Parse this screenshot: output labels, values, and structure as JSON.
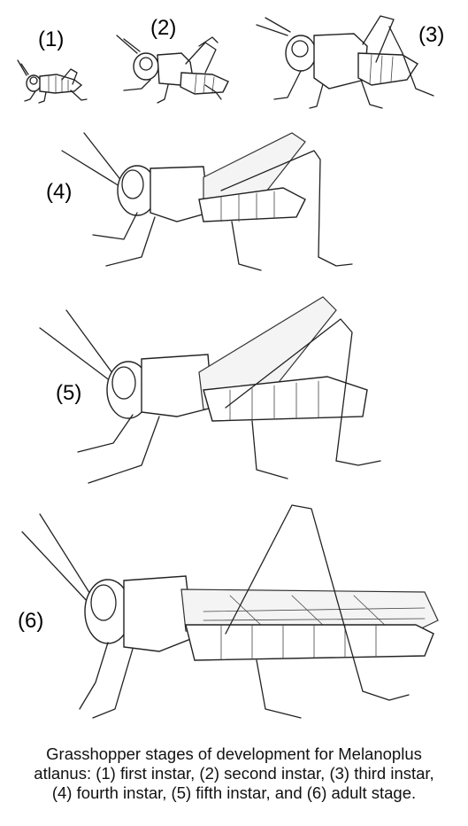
{
  "labels": {
    "stage1": "(1)",
    "stage2": "(2)",
    "stage3": "(3)",
    "stage4": "(4)",
    "stage5": "(5)",
    "stage6": "(6)"
  },
  "caption": {
    "line1": "Grasshopper stages of development for Melanoplus",
    "line2": "atlanus: (1) first instar, (2) second instar, (3) third instar,",
    "line3": "(4) fourth instar, (5) fifth instar, and (6) adult stage."
  }
}
